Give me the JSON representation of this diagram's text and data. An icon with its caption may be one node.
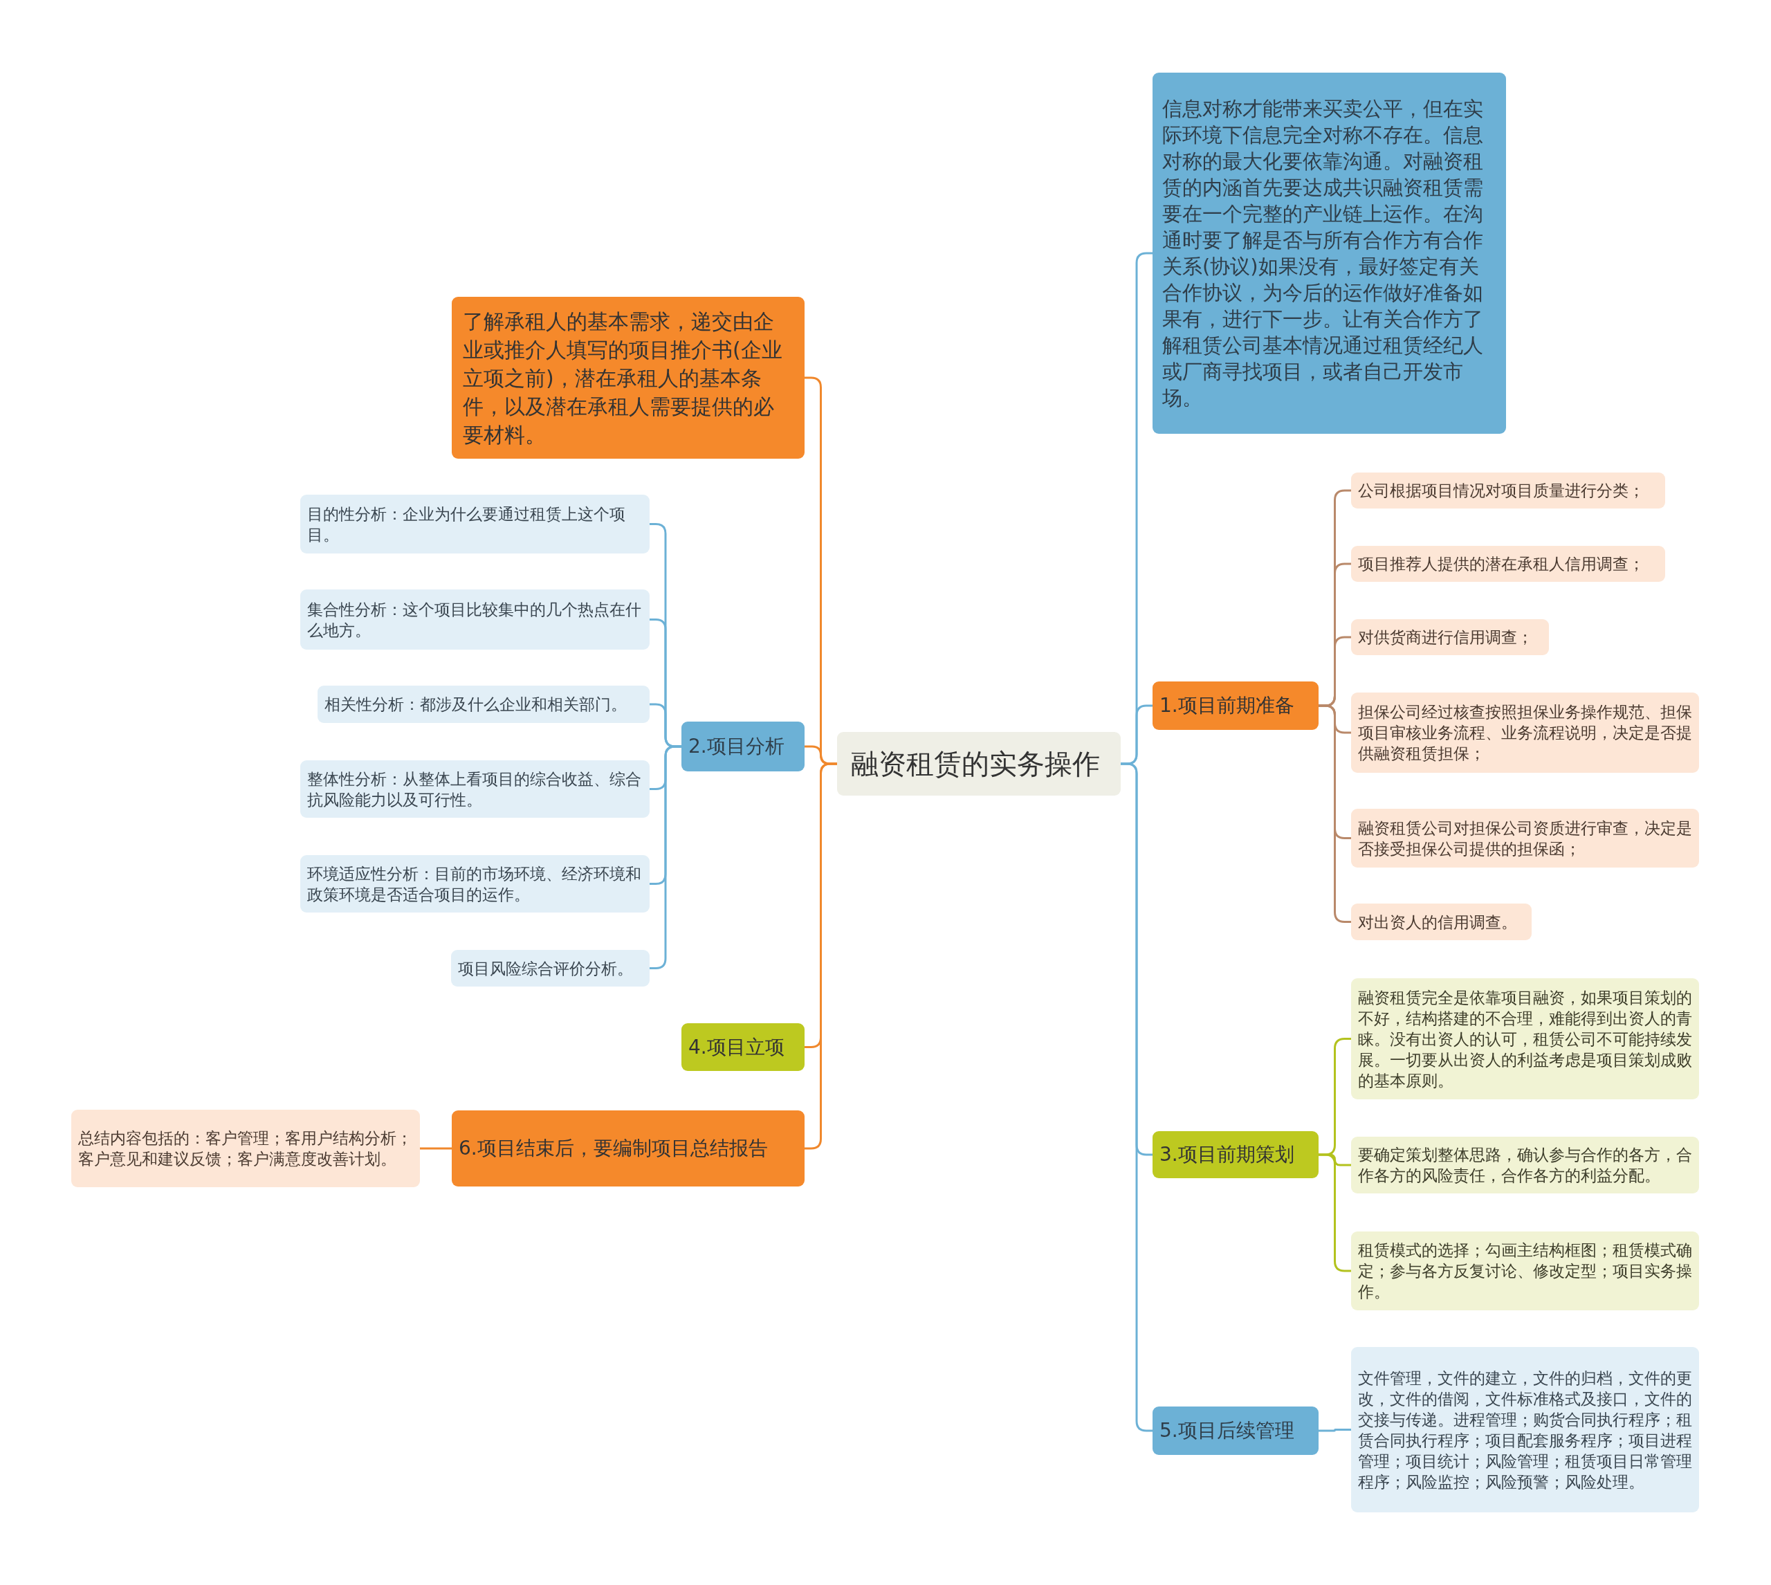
{
  "diagram": {
    "nodes": [
      {
        "text": [
          "融资租赁的实务操作"
        ]
      },
      {
        "text": [
          "了解承租人的基本需求，递交由企业或推介人填写的项目推介书(企业立项之前)，潜在承租人的基本条件，以及潜在承租人需要提供的必要材料。"
        ]
      },
      {
        "text": [
          "2.项目分析"
        ]
      },
      {
        "text": [
          "目的性分析：企业为什么要通过租赁上这个项目。"
        ]
      },
      {
        "text": [
          "集合性分析：这个项目比较集中的几个热点在什么地方。"
        ]
      },
      {
        "text": [
          "相关性分析：都涉及什么企业和相关部门。"
        ]
      },
      {
        "text": [
          "整体性分析：从整体上看项目的综合收益、综合抗风险能力以及可行性。"
        ]
      },
      {
        "text": [
          "环境适应性分析：目前的市场环境、经济环境和政策环境是否适合项目的运作。"
        ]
      },
      {
        "text": [
          "项目风险综合评价分析。"
        ]
      },
      {
        "text": [
          "4.项目立项"
        ]
      },
      {
        "text": [
          "6.项目结束后，要编制项目总结报告"
        ]
      },
      {
        "text": [
          "总结内容包括的：客户管理；客用户结构分析；客户意见和建议反馈；客户满意度改善计划。"
        ]
      },
      {
        "text": [
          "信息对称才能带来买卖公平，但在实际环境下信息完全对称不存在。信息对称的最大化要依靠沟通。对融资租赁的内涵首先要达成共识融资租赁需要在一个完整的产业链上运作。在沟通时要了解是否与所有合作方有合作关系(协议)如果没有，最好签定有关合作协议，为今后的运作做好准备如果有，进行下一步。让有关合作方了解租赁公司基本情况通过租赁经纪人或厂商寻找项目，或者自己开发市场。"
        ]
      },
      {
        "text": [
          "1.项目前期准备"
        ]
      },
      {
        "text": [
          "公司根据项目情况对项目质量进行分类；"
        ]
      },
      {
        "text": [
          "项目推荐人提供的潜在承租人信用调查；"
        ]
      },
      {
        "text": [
          "对供货商进行信用调查；"
        ]
      },
      {
        "text": [
          "担保公司经过核查按照担保业务操作规范、担保项目审核业务流程、业务流程说明，决定是否提供融资租赁担保；"
        ]
      },
      {
        "text": [
          "融资租赁公司对担保公司资质进行审查，决定是否接受担保公司提供的担保函；"
        ]
      },
      {
        "text": [
          "对出资人的信用调查。"
        ]
      },
      {
        "text": [
          "3.项目前期策划"
        ]
      },
      {
        "text": [
          "融资租赁完全是依靠项目融资，如果项目策划的不好，结构搭建的不合理，难能得到出资人的青睐。没有出资人的认可，租赁公司不可能持续发展。一切要从出资人的利益考虑是项目策划成败的基本原则。"
        ]
      },
      {
        "text": [
          "要确定策划整体思路，确认参与合作的各方，合作各方的风险责任，合作各方的利益分配。"
        ]
      },
      {
        "text": [
          "租赁模式的选择；勾画主结构框图；租赁模式确定；参与各方反复讨论、修改定型；项目实务操作。"
        ]
      },
      {
        "text": [
          "5.项目后续管理"
        ]
      },
      {
        "text": [
          "文件管理，文件的建立，文件的归档，文件的更改，文件的借阅，文件标准格式及接口，文件的交接与传递。进程管理；购货合同执行程序；租赁合同执行程序；项目配套服务程序；项目进程管理；项目统计；风险管理；租赁项目日常管理程序；风险监控；风险预警；风险处理。"
        ]
      }
    ],
    "edges": [
      {
        "from": 0,
        "to": 1,
        "arrow": "none",
        "color": "#f0882c"
      },
      {
        "from": 0,
        "to": 2,
        "arrow": "none",
        "color": "#f0882c"
      },
      {
        "from": 2,
        "to": 3,
        "arrow": "none"
      },
      {
        "from": 2,
        "to": 4,
        "arrow": "none"
      },
      {
        "from": 2,
        "to": 5,
        "arrow": "none"
      },
      {
        "from": 2,
        "to": 6,
        "arrow": "none"
      },
      {
        "from": 2,
        "to": 7,
        "arrow": "none"
      },
      {
        "from": 2,
        "to": 8,
        "arrow": "none"
      },
      {
        "from": 0,
        "to": 9,
        "arrow": "none",
        "color": "#f0882c"
      },
      {
        "from": 0,
        "to": 10,
        "arrow": "none",
        "color": "#f0882c"
      },
      {
        "from": 10,
        "to": 11,
        "arrow": "none",
        "color": "#f0882c"
      },
      {
        "from": 0,
        "to": 12,
        "arrow": "none"
      },
      {
        "from": 0,
        "to": 13,
        "arrow": "none"
      },
      {
        "from": 13,
        "to": 14,
        "arrow": "none",
        "color": "#b9896a"
      },
      {
        "from": 13,
        "to": 15,
        "arrow": "none",
        "color": "#b9896a"
      },
      {
        "from": 13,
        "to": 16,
        "arrow": "none",
        "color": "#b9896a"
      },
      {
        "from": 13,
        "to": 17,
        "arrow": "none",
        "color": "#b9896a"
      },
      {
        "from": 13,
        "to": 18,
        "arrow": "none",
        "color": "#b9896a"
      },
      {
        "from": 13,
        "to": 19,
        "arrow": "none",
        "color": "#b9896a"
      },
      {
        "from": 0,
        "to": 20,
        "arrow": "none"
      },
      {
        "from": 20,
        "to": 21,
        "arrow": "none",
        "color": "#b3c21e"
      },
      {
        "from": 20,
        "to": 22,
        "arrow": "none",
        "color": "#b3c21e"
      },
      {
        "from": 20,
        "to": 23,
        "arrow": "none",
        "color": "#b3c21e"
      },
      {
        "from": 0,
        "to": 24,
        "arrow": "none"
      },
      {
        "from": 24,
        "to": 25,
        "arrow": "none"
      }
    ]
  }
}
